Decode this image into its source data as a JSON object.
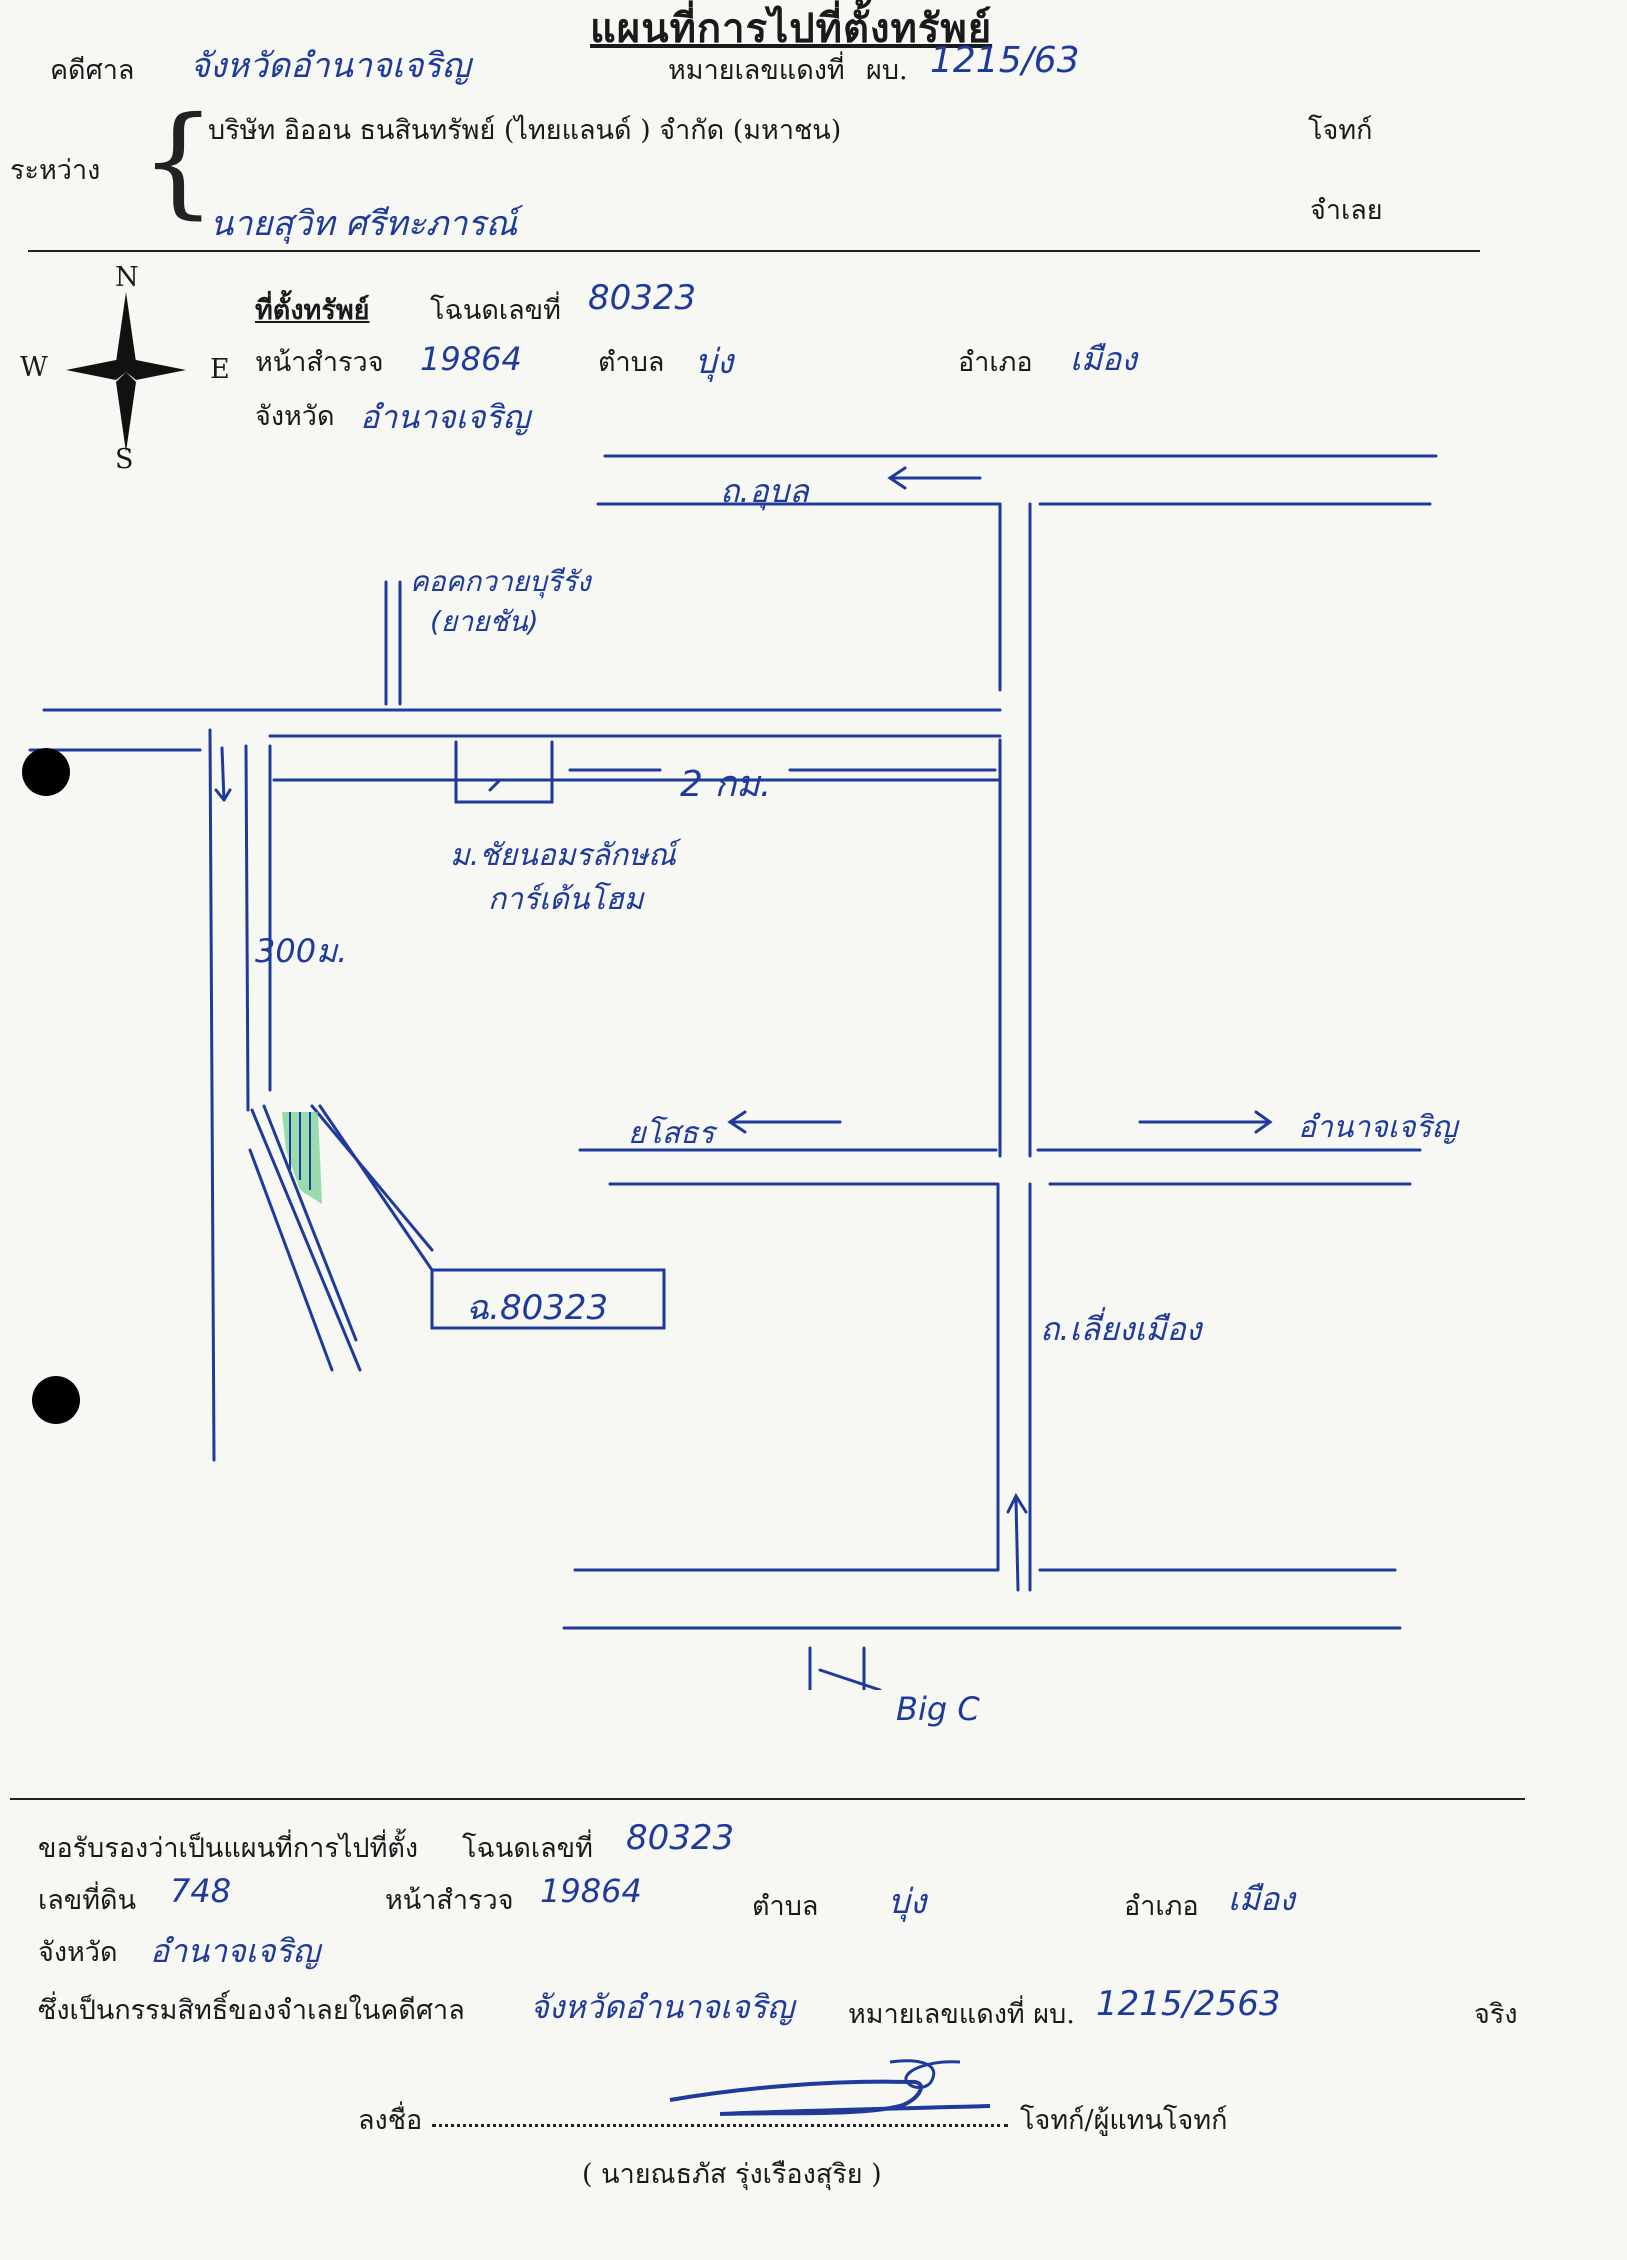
{
  "header": {
    "title": "แผนที่การไปที่ตั้งทรัพย์",
    "court_label": "คดีศาล",
    "court_value": "จังหวัดอำนาจเจริญ",
    "red_case_label": "หมายเลขแดงที่",
    "red_case_prefix": "ผบ.",
    "red_case_value": "1215/63",
    "between_label": "ระหว่าง",
    "plaintiff_name": "บริษัท อิออน ธนสินทรัพย์ (ไทยแลนด์ ) จำกัด (มหาชน)",
    "plaintiff_role": "โจทก์",
    "defendant_name": "นายสุวิท ศรีทะภารณ์",
    "defendant_role": "จำเลย"
  },
  "compass": {
    "n": "N",
    "s": "S",
    "e": "E",
    "w": "W"
  },
  "location": {
    "section_label": "ที่ตั้งทรัพย์",
    "deed_label": "โฉนดเลขที่",
    "deed_value": "80323",
    "survey_label": "หน้าสำรวจ",
    "survey_value": "19864",
    "subdistrict_label": "ตำบล",
    "subdistrict_value": "บุ่ง",
    "district_label": "อำเภอ",
    "district_value": "เมือง",
    "province_label": "จังหวัด",
    "province_value": "อำนาจเจริญ"
  },
  "map": {
    "road_top": "ถ.อุบล",
    "landmark_school": "คอคกวายบุรีรัง",
    "landmark_school_2": "(ยายชัน)",
    "distance_2km": "2 กม.",
    "village": "ม.ชัยนอมรลักษณ์",
    "village_2": "การ์เด้นโฮม",
    "distance_300m": "300ม.",
    "road_west": "ยโสธร",
    "road_east": "อำนาจเจริญ",
    "deed_box": "ฉ.80323",
    "bypass": "ถ.เลี่ยงเมือง",
    "bigc": "Big C",
    "colors": {
      "ink": "#1f3b9a",
      "plot": "#6fcf8f"
    }
  },
  "certify": {
    "line1_label": "ขอรับรองว่าเป็นแผนที่การไปที่ตั้ง",
    "deed_label": "โฉนดเลขที่",
    "deed_value": "80323",
    "land_no_label": "เลขที่ดิน",
    "land_no_value": "748",
    "survey_label": "หน้าสำรวจ",
    "survey_value": "19864",
    "subdistrict_label": "ตำบล",
    "subdistrict_value": "บุ่ง",
    "district_label": "อำเภอ",
    "district_value": "เมือง",
    "province_label": "จังหวัด",
    "province_value": "อำนาจเจริญ",
    "ownership_label": "ซึ่งเป็นกรรมสิทธิ์ของจำเลยในคดีศาล",
    "ownership_court": "จังหวัดอำนาจเจริญ",
    "red_case_label": "หมายเลขแดงที่ ผบ.",
    "red_case_value": "1215/2563",
    "true_word": "จริง",
    "sign_label": "ลงชื่อ",
    "sign_role": "โจทก์/ผู้แทนโจทก์",
    "signer_name": "( นายณธภัส รุ่งเรืองสุริย )"
  }
}
